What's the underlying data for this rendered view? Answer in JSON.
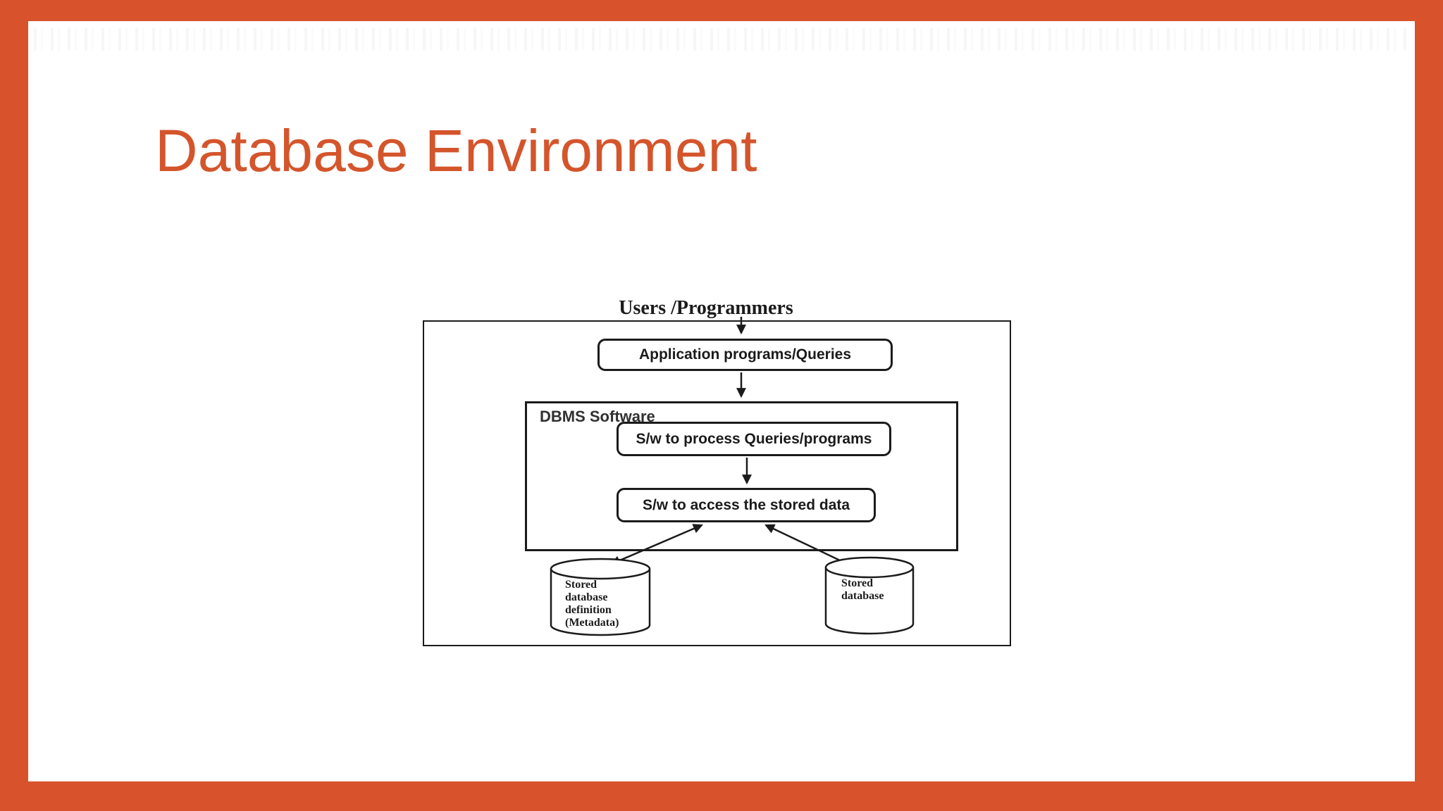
{
  "slide": {
    "title": "Database Environment",
    "accent_color": "#D8532B",
    "title_color": "#D4552C",
    "line_color": "#1b1b1b"
  },
  "diagram": {
    "users_label": "Users /Programmers",
    "app_box_label": "Application programs/Queries",
    "dbms_label": "DBMS Software",
    "process_box_label": "S/w to process Queries/programs",
    "access_box_label": "S/w to access the stored data",
    "left_cylinder_lines": [
      "Stored",
      "database",
      "definition",
      "(Metadata)"
    ],
    "right_cylinder_lines": [
      "Stored",
      "database"
    ]
  }
}
